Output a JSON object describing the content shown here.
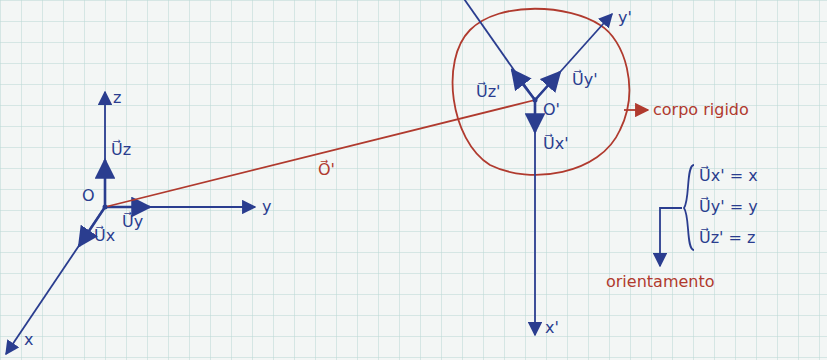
{
  "diagram": {
    "labels": [
      "z",
      "U⃗z",
      "O",
      "U⃗x",
      "U⃗y",
      "y",
      "x",
      "O⃗'",
      "U⃗z'",
      "U⃗y'",
      "y'",
      "O'",
      "U⃗x'",
      "x'",
      "corpo rigido",
      "U⃗x' = x",
      "U⃗y' = y",
      "U⃗z' = z",
      "orientamento"
    ]
  }
}
